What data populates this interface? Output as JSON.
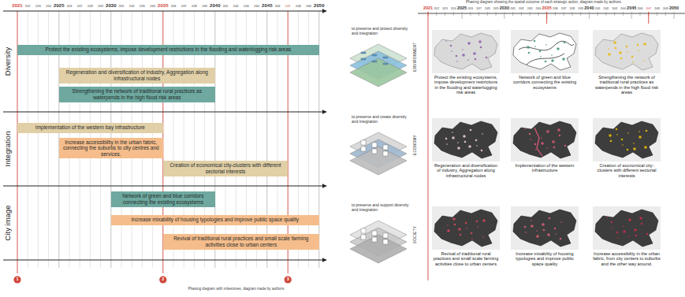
{
  "diagram": {
    "title": "Phasing diagram showing the spatial outcome of each strategic action, diagram made by authors.",
    "caption": "Phasing diagram with milestones, diagram made by authors.",
    "nodes": [
      {
        "text": [
          "Protect the existing ecosystems, impose development restrictions in the flooding and waterlogging risk areas"
        ]
      },
      {
        "text": [
          "Regeneration and diversification of industry, Aggregation along infrastructural nodes"
        ]
      },
      {
        "text": [
          "Strengthening the network of traditional rural practices as waterpends in the high flood risk areas"
        ]
      },
      {
        "text": [
          "Implementation of the western bay infrastructure"
        ]
      },
      {
        "text": [
          "Increase accessibility in the urban fabric, connecting the suburbs to city centres and services."
        ]
      },
      {
        "text": [
          "Creation of economical city-clusters with different sectorial interests"
        ]
      },
      {
        "text": [
          "Network of green and blue corridors connecting the existing ecosystems"
        ]
      },
      {
        "text": [
          "Increase mixability of housing typologies and improve public space quality"
        ]
      },
      {
        "text": [
          "Revival of traditional rural practices and small scale farming activities close to urban centers"
        ]
      },
      {
        "text": [
          "Protect the existing ecosystems, impose development restrictions in the flooding and waterlogging risk areas"
        ]
      },
      {
        "text": [
          "Network of green and blue corridors connecting the existing ecosystems"
        ]
      },
      {
        "text": [
          "Strengthening the network of traditional rural practices as waterpends in the high flood risk areas"
        ]
      },
      {
        "text": [
          "Regeneration and diversification of industry, Aggregation along infrastructural nodes"
        ]
      },
      {
        "text": [
          "Implementation of the western infrastructure"
        ]
      },
      {
        "text": [
          "Creation of economical city-clusters with different sectorial interests"
        ]
      },
      {
        "text": [
          "Revival of traditional rural practices and small scale farming activities close to urban centers"
        ]
      },
      {
        "text": [
          "Increase mixability of housing typologies and improve public space quality"
        ]
      },
      {
        "text": [
          "Increase accessibility in the urban fabric, from city centers to suburbs and the other way around."
        ]
      }
    ],
    "labels": [
      "2021",
      "2022",
      "2023",
      "2024",
      "2025",
      "2026",
      "2027",
      "2028",
      "2029",
      "2030",
      "2031",
      "2032",
      "2033",
      "2034",
      "2035",
      "2036",
      "2037",
      "2038",
      "2039",
      "2040",
      "2041",
      "2042",
      "2043",
      "2044",
      "2045",
      "2046",
      "2047",
      "2048",
      "2049",
      "2050",
      "2021",
      "2022",
      "2023",
      "2024",
      "2025",
      "2026",
      "2027",
      "2028",
      "2029",
      "2030",
      "2031",
      "2032",
      "2033",
      "2034",
      "2035",
      "2036",
      "2037",
      "2038",
      "2039",
      "2040",
      "2041",
      "2042",
      "2043",
      "2044",
      "2045",
      "2046",
      "2047",
      "2048",
      "2049",
      "2050",
      "1",
      "2",
      "3",
      "Diversity",
      "Integration",
      "City image",
      "to preserve and protect diversity and integration",
      "to preserve and create diversity and integration",
      "to preserve and support diversity and integration",
      "ENVIRONMENT",
      "ECONOMY",
      "SOCIETY"
    ]
  }
}
